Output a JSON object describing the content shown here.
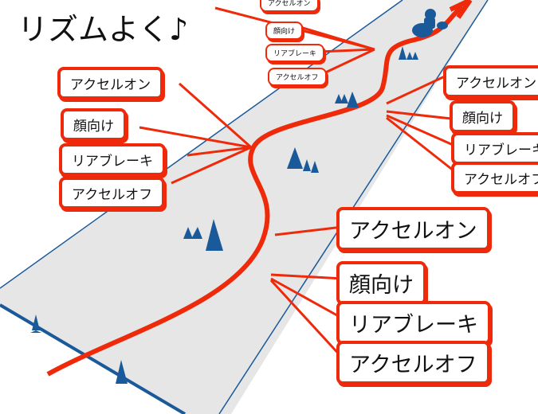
{
  "title": "リズムよく♪",
  "colors": {
    "road": "#e6e6e6",
    "edge": "#1a5a9a",
    "line": "#ee2a0a"
  },
  "labels_top": [
    "アクセルオン",
    "顔向け",
    "リアブレーキ",
    "アクセルオフ"
  ],
  "labels_left": [
    "アクセルオン",
    "顔向け",
    "リアブレーキ",
    "アクセルオフ"
  ],
  "labels_right": [
    "アクセルオン",
    "顔向け",
    "リアブレーキ",
    "アクセルオフ"
  ],
  "labels_bottom": [
    "アクセルオン",
    "顔向け",
    "リアブレーキ",
    "アクセルオフ"
  ]
}
